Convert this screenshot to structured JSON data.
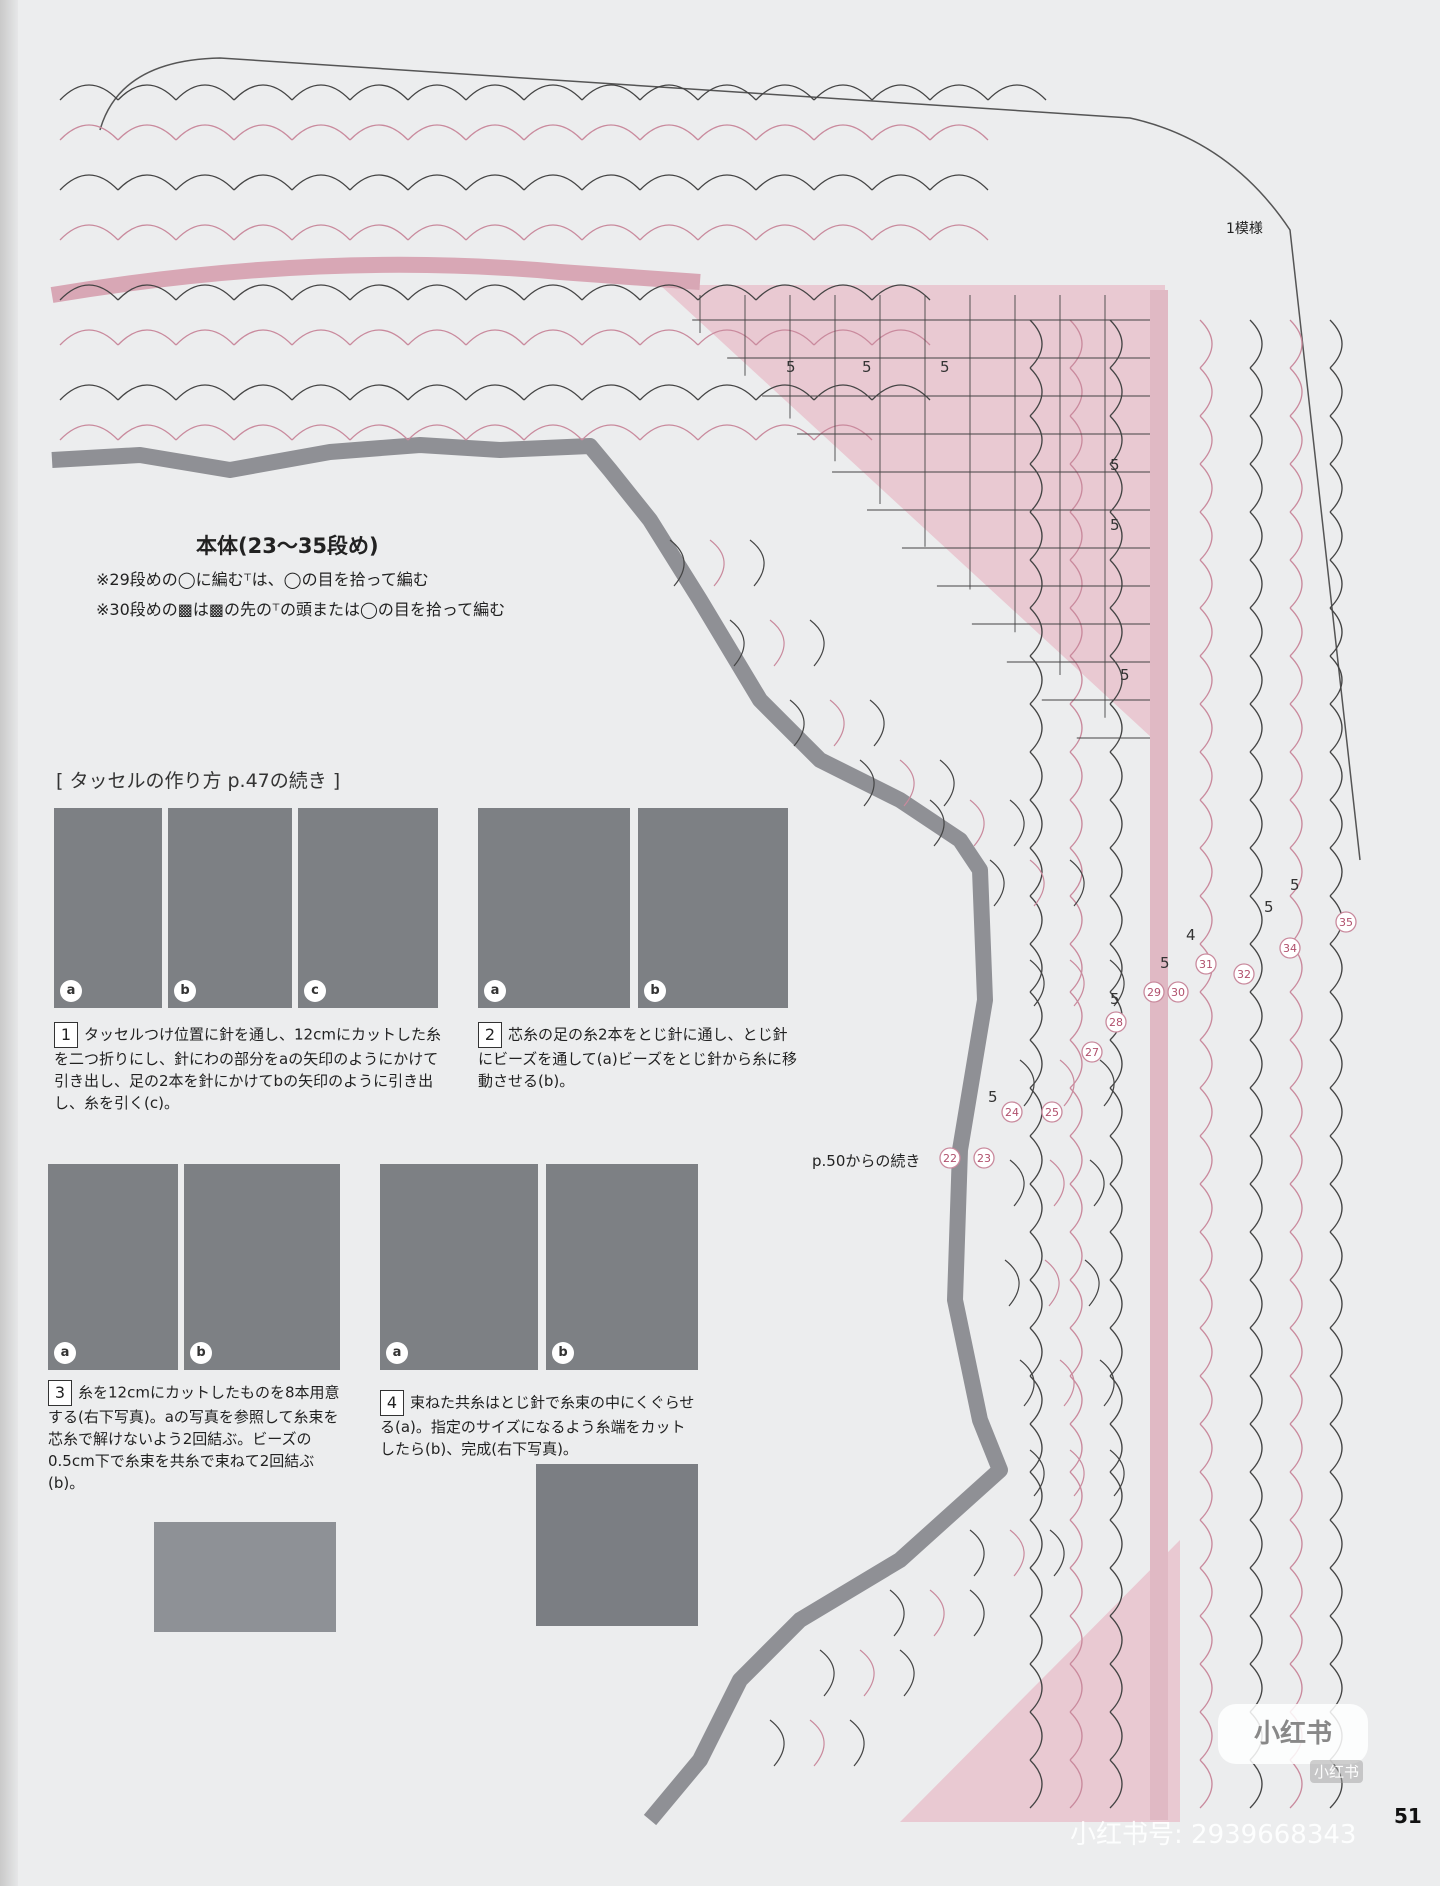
{
  "chart_title": "本体(23～35段め)",
  "notes": [
    "※29段めの◯に編む⸆は、◯の目を拾って編む",
    "※30段めの▩は▩の先の⸆の頭または◯の目を拾って編む"
  ],
  "repeat_label": "1模様",
  "continuation_label": "p.50からの続き",
  "row_numbers": [
    "22",
    "23",
    "24",
    "25",
    "27",
    "28",
    "29",
    "30",
    "31",
    "32",
    "34",
    "35"
  ],
  "count_labels": [
    "5",
    "4"
  ],
  "section_heading": "[ タッセルの作り方 p.47の続き ]",
  "photo_tags": {
    "a": "a",
    "b": "b",
    "c": "c"
  },
  "steps": [
    {
      "num": "1",
      "text": "タッセルつけ位置に針を通し、12cmにカットした糸を二つ折りにし、針にわの部分をaの矢印のようにかけて引き出し、足の2本を針にかけてbの矢印のように引き出し、糸を引く(c)。"
    },
    {
      "num": "2",
      "text": "芯糸の足の糸2本をとじ針に通し、とじ針にビーズを通して(a)ビーズをとじ針から糸に移動させる(b)。"
    },
    {
      "num": "3",
      "text": "糸を12cmにカットしたものを8本用意する(右下写真)。aの写真を参照して糸束を芯糸で解けないよう2回結ぶ。ビーズの0.5cm下で糸束を共糸で束ねて2回結ぶ(b)。"
    },
    {
      "num": "4",
      "text": "束ねた共糸はとじ針で糸束の中にくぐらせる(a)。指定のサイズになるよう糸端をカットしたら(b)、完成(右下写真)。"
    }
  ],
  "page_number": "51",
  "watermark": {
    "logo": "小红书",
    "small": "小红书",
    "id": "小红书号: 2939668343"
  },
  "colors": {
    "pink": "#c98a9d",
    "pink_fill": "#e9c9d2",
    "gray_band": "#8f9095",
    "ink": "#444444",
    "paper": "#ecedee"
  }
}
